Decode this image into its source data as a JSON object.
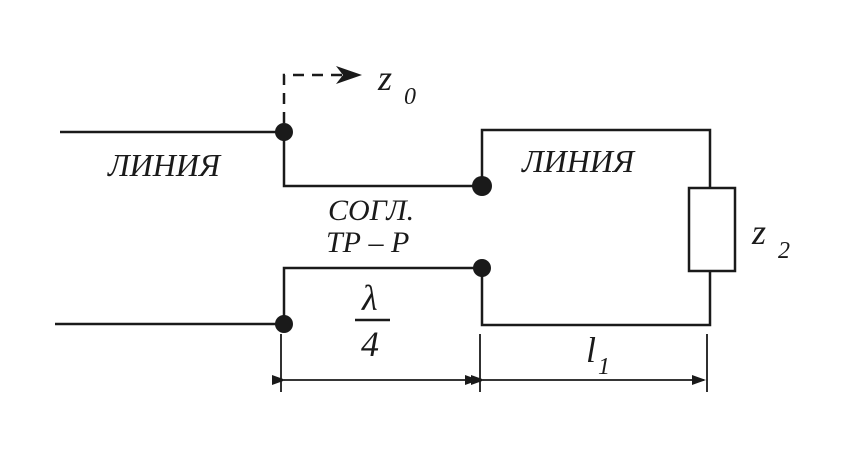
{
  "labels": {
    "line_left": "ЛИНИЯ",
    "line_right": "ЛИНИЯ",
    "transformer_line1": "СОГЛ.",
    "transformer_line2": "ТР – Р",
    "z0_main": "z",
    "z0_sub": "0",
    "z2_main": "z",
    "z2_sub": "2",
    "lambda_num": "λ",
    "lambda_den": "4",
    "l1_main": "l",
    "l1_sub": "1"
  },
  "colors": {
    "ink": "#1a1a1a",
    "background": "#ffffff"
  }
}
